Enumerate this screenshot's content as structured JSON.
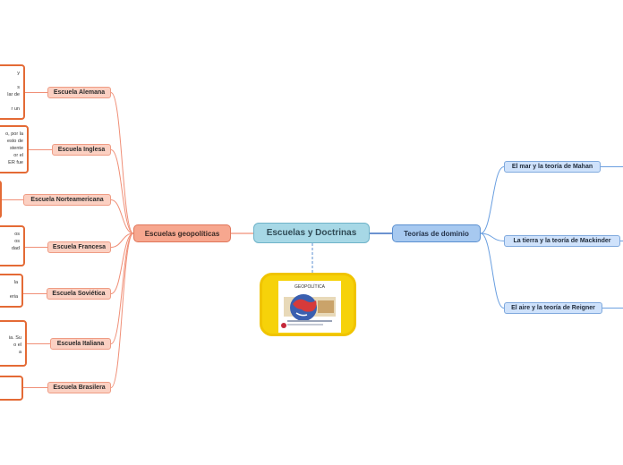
{
  "central": {
    "label": "Escuelas y Doctrinas"
  },
  "left_branch": {
    "label": "Escuelas geopolíticas",
    "schools": [
      {
        "label": "Escuela Alemana"
      },
      {
        "label": "Escuela Inglesa"
      },
      {
        "label": "Escuela Norteamericana"
      },
      {
        "label": "Escuela Francesa"
      },
      {
        "label": "Escuela Soviética"
      },
      {
        "label": "Escuela Italiana"
      },
      {
        "label": "Escuela Brasilera"
      }
    ]
  },
  "right_branch": {
    "label": "Teorías de dominio",
    "theories": [
      {
        "label": "El mar y la teoría de Mahan"
      },
      {
        "label": "La tierra y la teoría de Mackinder"
      },
      {
        "label": "El aire y la teoría de Reigner"
      }
    ]
  },
  "detail_notes": [
    {
      "text": "y\n\ns\nlar de\n\nr un"
    },
    {
      "text": "o, por la\nesto de\nstente\nor el\nER fue"
    },
    {
      "text": ""
    },
    {
      "text": "os\nos\ndad"
    },
    {
      "text": "la\n\neria"
    },
    {
      "text": "ia. Su\no el\na"
    },
    {
      "text": ""
    }
  ],
  "image_node": {
    "caption": "GEOPOLÍTICA"
  },
  "colors": {
    "left_connector": "#f08f77",
    "right_connector": "#6a9fe0",
    "dashed_connector": "#5b8fd0",
    "detail_border": "#e46a35",
    "image_frame": "#f6d20a"
  }
}
